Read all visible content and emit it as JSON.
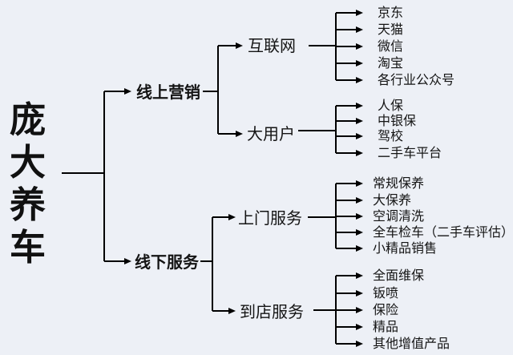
{
  "colors": {
    "background": "#edf0f6",
    "line": "#000000",
    "text": "#141414"
  },
  "root": {
    "label": "庞大养车"
  },
  "branches": [
    {
      "label": "线上营销",
      "children": [
        {
          "label": "互联网",
          "leaves": [
            "京东",
            "天猫",
            "微信",
            "淘宝",
            "各行业公众号"
          ]
        },
        {
          "label": "大用户",
          "leaves": [
            "人保",
            "中银保",
            "驾校",
            "二手车平台"
          ]
        }
      ]
    },
    {
      "label": "线下服务",
      "children": [
        {
          "label": "上门服务",
          "leaves": [
            "常规保养",
            "大保养",
            "空调清洗",
            "全车检车（二手车评估）",
            "小精品销售"
          ]
        },
        {
          "label": "到店服务",
          "leaves": [
            "全面维保",
            "钣喷",
            "保险",
            "精品",
            "其他增值产品"
          ]
        }
      ]
    }
  ]
}
